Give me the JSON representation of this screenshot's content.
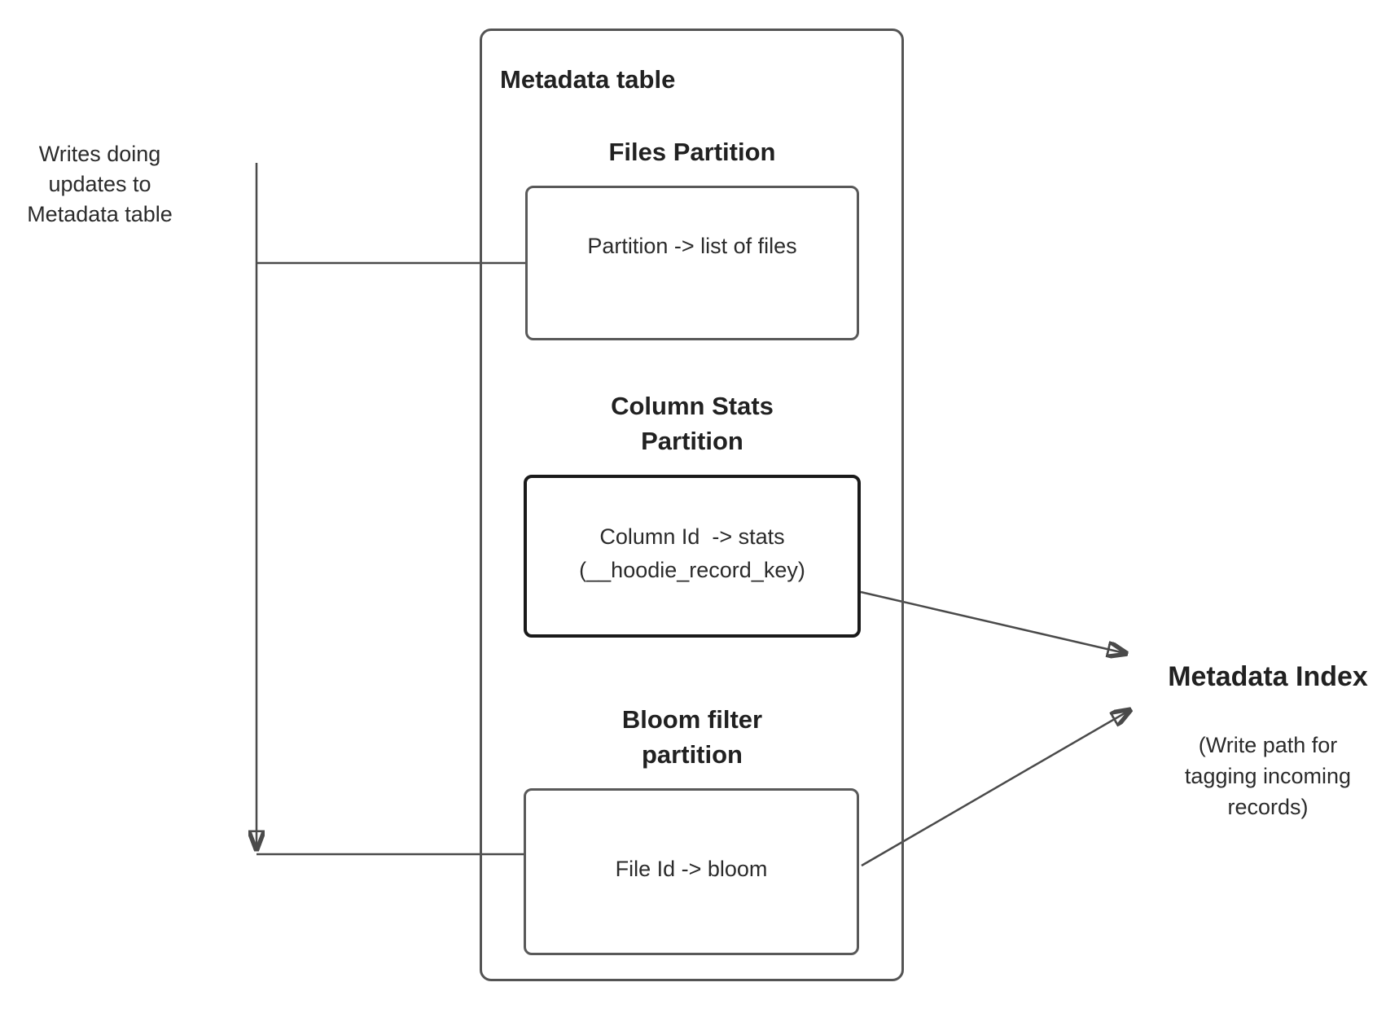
{
  "left_note": {
    "lines": [
      "Writes doing",
      "updates to",
      "Metadata table"
    ]
  },
  "metadata_table": {
    "title": "Metadata table",
    "files_partition": {
      "heading": "Files Partition",
      "box_text": "Partition -> list of files"
    },
    "column_stats_partition": {
      "heading_lines": [
        "Column Stats",
        "Partition"
      ],
      "box_lines": [
        "Column Id  -> stats",
        "(__hoodie_record_key)"
      ]
    },
    "bloom_filter_partition": {
      "heading_lines": [
        "Bloom filter",
        "partition"
      ],
      "box_text": "File Id -> bloom"
    }
  },
  "metadata_index": {
    "title": "Metadata Index",
    "subtitle_lines": [
      "(Write path for",
      "tagging incoming",
      "records)"
    ]
  },
  "colors": {
    "connector_line": "#4a4a4a",
    "box_border": "#595959",
    "outer_border": "#545454",
    "column_stats_border": "#1a1a1a",
    "text": "#212121"
  }
}
